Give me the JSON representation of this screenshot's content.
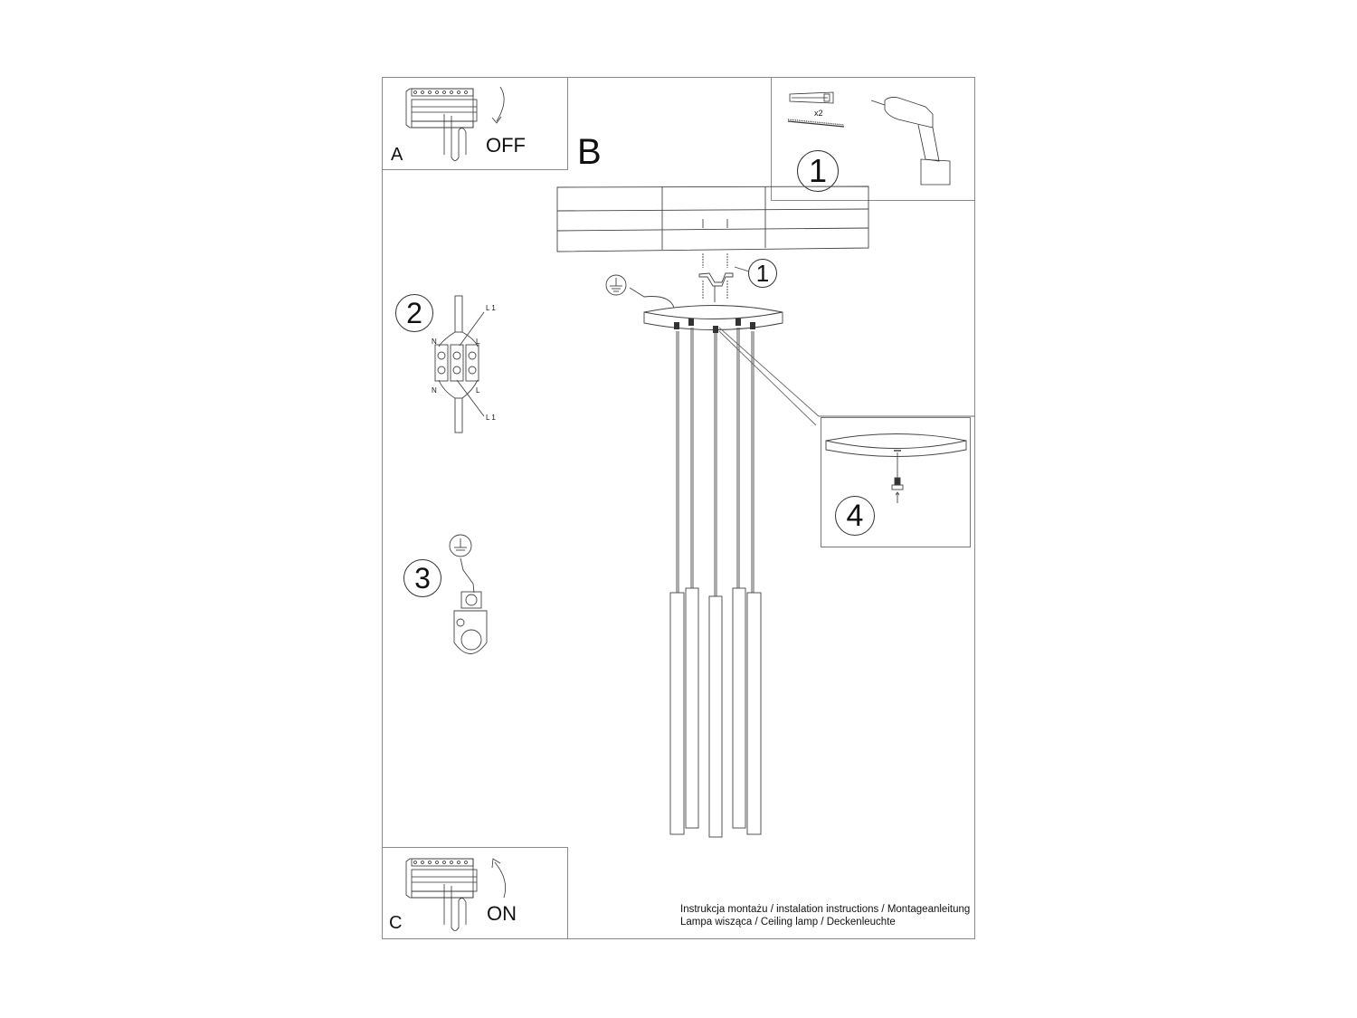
{
  "document": {
    "type": "assembly-instructions",
    "caption": {
      "line1": "Instrukcja montażu / instalation instructions / Montageanleitung",
      "line2": "Lampa wisząca / Ceiling lamp / Deckenleuchte"
    }
  },
  "panels": {
    "A": {
      "letter": "A",
      "state": "OFF",
      "icon": "circuit-breaker-off-icon"
    },
    "B": {
      "letter": "B"
    },
    "C": {
      "letter": "C",
      "state": "ON",
      "icon": "circuit-breaker-on-icon"
    }
  },
  "steps": {
    "step1_tools": {
      "number": "1",
      "quantity": "x2",
      "items": [
        "wall-plug-icon",
        "screw-icon",
        "drill-icon"
      ]
    },
    "step1_callout": {
      "number": "1"
    },
    "step2_wiring": {
      "number": "2",
      "labels": {
        "n_top": "N",
        "l_top": "L",
        "l1_top": "L 1",
        "n_bottom": "N",
        "l_bottom": "L",
        "l1_bottom": "L 1"
      }
    },
    "step3_ground": {
      "number": "3"
    },
    "step4_detail": {
      "number": "4"
    }
  },
  "lamp": {
    "pendant_count": 5
  }
}
